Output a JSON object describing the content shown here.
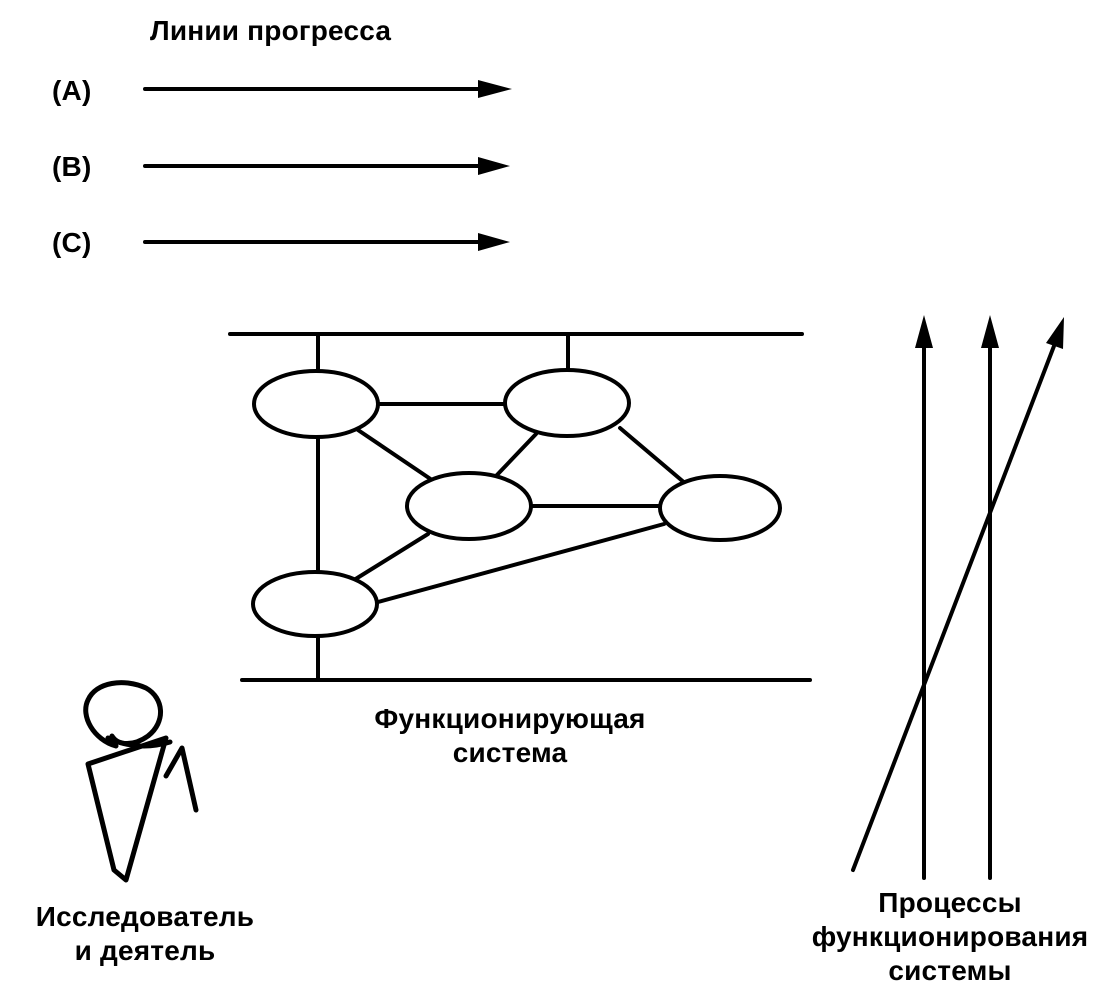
{
  "progress": {
    "title": "Линии прогресса",
    "lines": [
      {
        "label": "(A)"
      },
      {
        "label": "(B)"
      },
      {
        "label": "(C)"
      }
    ]
  },
  "system": {
    "caption_line1": "Функционирующая",
    "caption_line2": "система"
  },
  "actor": {
    "caption_line1": "Исследователь",
    "caption_line2": "и деятель"
  },
  "processes": {
    "caption_line1": "Процессы",
    "caption_line2": "функционирования",
    "caption_line3": "системы"
  },
  "colors": {
    "ink": "#000000",
    "background": "#ffffff"
  }
}
